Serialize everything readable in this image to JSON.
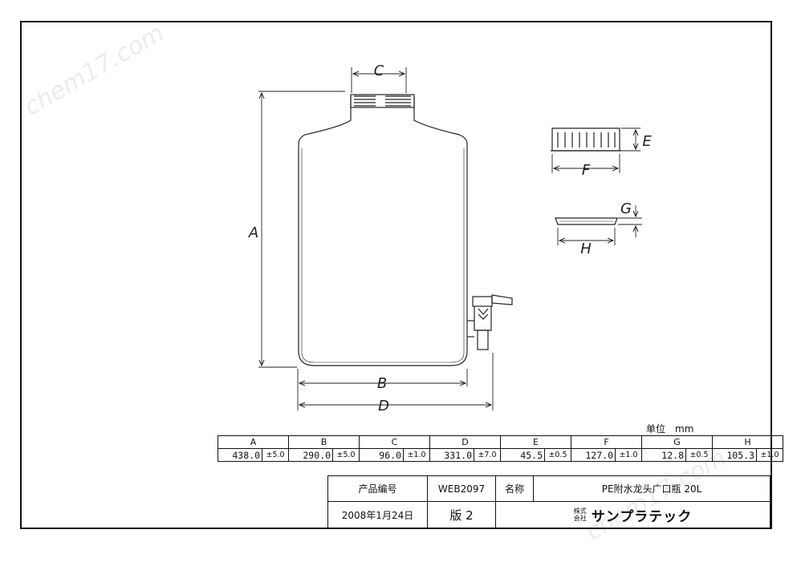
{
  "watermark": "chem17.com",
  "labels": {
    "A": "A",
    "B": "B",
    "C": "C",
    "D": "D",
    "E": "E",
    "F": "F",
    "G": "G",
    "H": "H"
  },
  "unit_label": "单位　mm",
  "dims": [
    {
      "name": "A",
      "value": "438.0",
      "tol": "±5.0"
    },
    {
      "name": "B",
      "value": "290.0",
      "tol": "±5.0"
    },
    {
      "name": "C",
      "value": "96.0",
      "tol": "±1.0"
    },
    {
      "name": "D",
      "value": "331.0",
      "tol": "±7.0"
    },
    {
      "name": "E",
      "value": "45.5",
      "tol": "±0.5"
    },
    {
      "name": "F",
      "value": "127.0",
      "tol": "±1.0"
    },
    {
      "name": "G",
      "value": "12.8",
      "tol": "±0.5"
    },
    {
      "name": "H",
      "value": "105.3",
      "tol": "±1.0"
    }
  ],
  "title_block": {
    "product_no_label": "产品编号",
    "product_no": "WEB2097",
    "name_label": "名称",
    "name": "PE附水龙头广口瓶 20L",
    "date": "2008年1月24日",
    "version": "版 2",
    "maker_prefix_1": "株式",
    "maker_prefix_2": "会社",
    "maker_name": "サンプラテック"
  }
}
